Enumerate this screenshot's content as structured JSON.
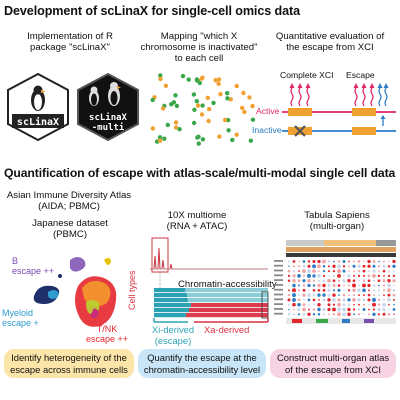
{
  "sections": {
    "top_title": "Development of scLinaX for single-cell omics data",
    "bottom_title": "Quantification of escape with atlas-scale/multi-modal single cell data"
  },
  "top": {
    "impl_caption_1": "Implementation of R",
    "impl_caption_2": "package \"scLinaX\"",
    "logo_left_text": "scLinaX",
    "logo_right_text_1": "scLinaX",
    "logo_right_text_2": "-multi",
    "map_caption_1": "Mapping \"which X",
    "map_caption_2": "chromosome is inactivated\"",
    "map_caption_3": "to each cell",
    "quant_caption_1": "Quantitative evaluation of",
    "quant_caption_2": "the escape from XCI",
    "complete_xci_label": "Complete XCI",
    "escape_label": "Escape",
    "active_label": "Active",
    "inactive_label": "Inactive"
  },
  "bottom": {
    "aida_1": "Asian Immune Diversity Atlas",
    "aida_2": "(AIDA; PBMC)",
    "jp_1": "Japanese dataset",
    "jp_2": "(PBMC)",
    "b_label_1": "B",
    "b_label_2": "escape ++",
    "myeloid_label_1": "Myeloid",
    "myeloid_label_2": "escape +",
    "tnk_label_1": "T/NK",
    "tnk_label_2": "escape ++",
    "multiome_1": "10X multiome",
    "multiome_2": "(RNA + ATAC)",
    "chromatin_label": "Chromatin-accessibility",
    "cell_types_label": "Cell types",
    "xi_label_1": "Xi-derived",
    "xi_label_2": "(escape)",
    "xa_label": "Xa-derived",
    "tabula_1": "Tabula Sapiens",
    "tabula_2": "(multi-organ)"
  },
  "pills": [
    {
      "line1": "Identify heterogeneity of the",
      "line2": "escape across immune cells",
      "color": "#fbe5a8"
    },
    {
      "line1": "Quantify the escape at the",
      "line2": "chromatin-accessibility level",
      "color": "#c8e6f7"
    },
    {
      "line1": "Construct multi-organ atlas",
      "line2": "of the escape from XCI",
      "color": "#f7d3e3"
    }
  ],
  "colors": {
    "active": "#e0246a",
    "inactive": "#2c7cc6",
    "orange": "#f0a030",
    "green": "#3aa64a",
    "teal": "#2ca3b5",
    "red": "#d93344",
    "purple": "#7a4bb0",
    "myeloid": "#2f9bd0",
    "tnk": "#e4262c"
  },
  "icons": [
    "penguin-icon",
    "up-arrow-icon",
    "x-chromosome-icon"
  ]
}
